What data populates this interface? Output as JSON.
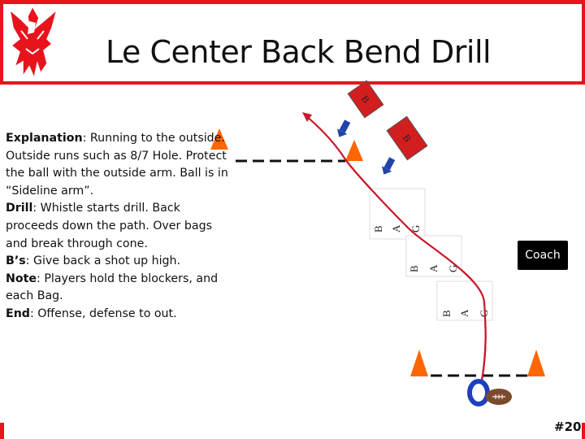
{
  "slide": {
    "title": "Le Center Back Bend Drill",
    "number": "#20"
  },
  "explanation": {
    "l1_label": "Explanation",
    "l1_text": ": Running to the outside. Outside runs such as 8/7 Hole. Protect the ball with the outside arm. Ball is in “Sideline arm”.",
    "l2_label": "Drill",
    "l2_text": ": Whistle starts drill. Back proceeds down the path. Over bags and break through cone.",
    "l3_label": "B’s",
    "l3_text": ": Give back a shot up high.",
    "l4_label": "Note",
    "l4_text": ": Players hold the blockers, and each Bag.",
    "l5_label": "End",
    "l5_text": ": Offense, defense to out."
  },
  "diagram": {
    "coach_label": "Coach",
    "blocker_label": "B",
    "bag_letters": [
      "B",
      "A",
      "G"
    ],
    "player_label": "O"
  },
  "colors": {
    "brand_red": "#e8141c",
    "cone": "#ff6600",
    "path": "#c8192a",
    "blocker_pad": "#d21e1e",
    "arrow_blue": "#2244aa",
    "player_blue": "#1f3fbf"
  }
}
